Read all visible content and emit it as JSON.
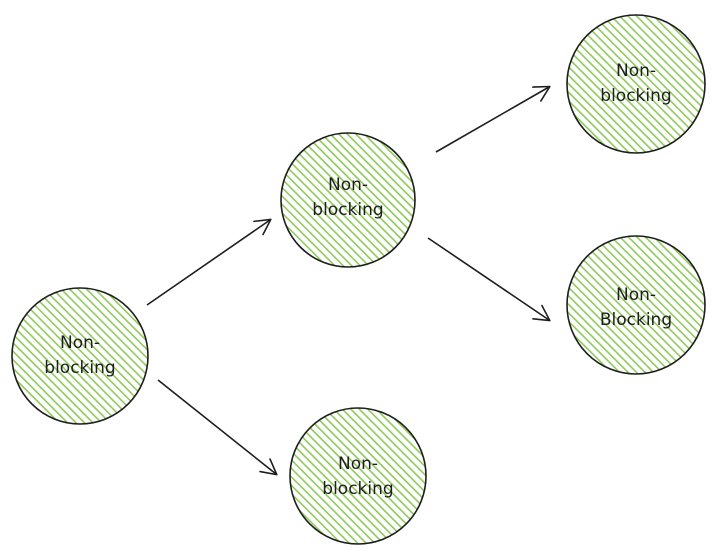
{
  "colors": {
    "node_fill": "#8fc95a",
    "node_hatch": "#7fbf45",
    "node_stroke": "#1e1e1e",
    "edge_stroke": "#1e1e1e",
    "text": "#1e1e1e"
  },
  "nodes": [
    {
      "id": "root",
      "lines": [
        "Non-",
        "blocking"
      ]
    },
    {
      "id": "middle-top",
      "lines": [
        "Non-",
        "blocking"
      ]
    },
    {
      "id": "bottom",
      "lines": [
        "Non-",
        "blocking"
      ]
    },
    {
      "id": "right-top",
      "lines": [
        "Non-",
        "blocking"
      ]
    },
    {
      "id": "right-middle",
      "lines": [
        "Non-",
        "Blocking"
      ]
    }
  ],
  "edges": [
    {
      "from": "root",
      "to": "middle-top"
    },
    {
      "from": "root",
      "to": "bottom"
    },
    {
      "from": "middle-top",
      "to": "right-top"
    },
    {
      "from": "middle-top",
      "to": "right-middle"
    }
  ]
}
